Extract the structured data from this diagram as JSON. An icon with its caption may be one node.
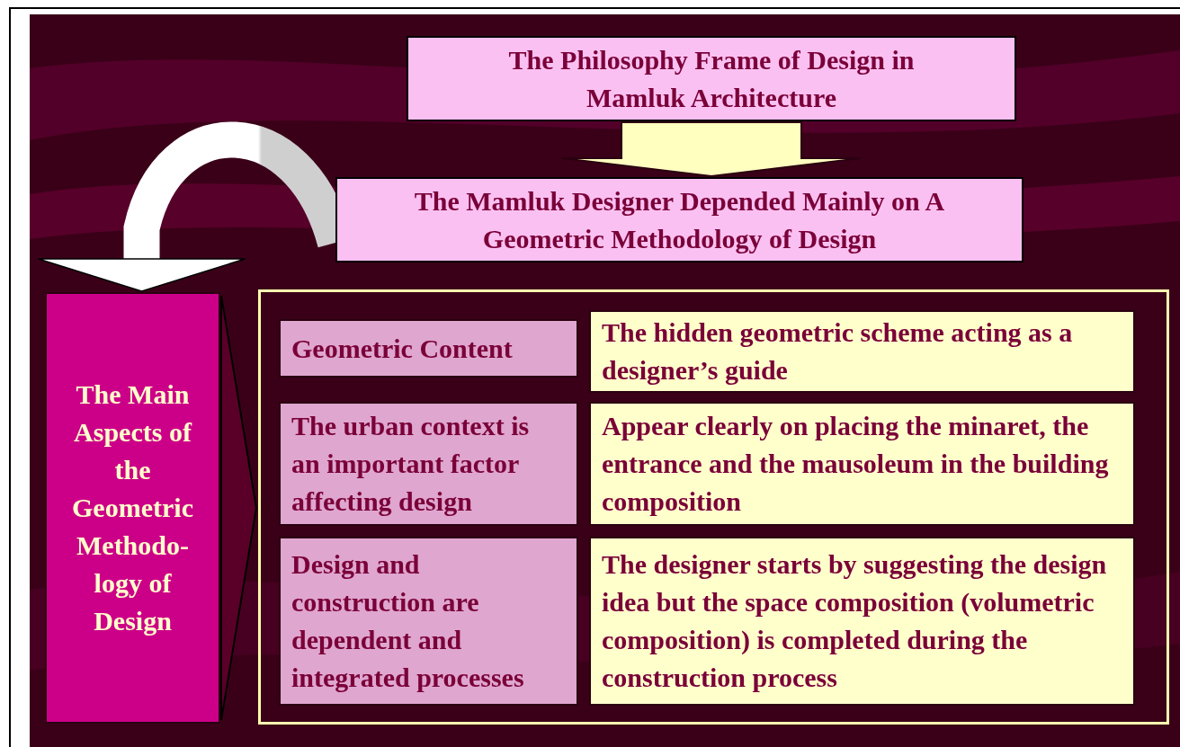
{
  "diagram": {
    "nodes": [
      {
        "text": [
          "The Philosophy Frame of Design in Mamluk Architecture"
        ]
      },
      {
        "text": [
          "The Mamluk Designer Depended Mainly on A Geometric Methodology of Design"
        ]
      },
      {
        "text": [
          "The Main Aspects of the Geometric Methodo- logy of Design"
        ]
      },
      {
        "text": [],
        "shape": "box"
      },
      {
        "text": [
          "Geometric Content"
        ],
        "in": 3
      },
      {
        "text": [
          "The hidden geometric scheme acting as a designer’s guide"
        ],
        "in": 3
      },
      {
        "text": [
          "The urban context is an important factor affecting design"
        ],
        "in": 3
      },
      {
        "text": [
          "Appear clearly on placing the minaret, the entrance and the mausoleum in the building composition"
        ],
        "in": 3
      },
      {
        "text": [
          "Design and construction are dependent and integrated processes"
        ],
        "in": 3
      },
      {
        "text": [
          "The designer starts by suggesting the design idea but the space composition (volumetric composition) is completed during the construction process"
        ],
        "in": 3
      }
    ],
    "edges": [
      {
        "from": 0,
        "to": 1,
        "arrow": "to"
      },
      {
        "from": 1,
        "to": 2,
        "arrow": "to"
      },
      {
        "from": 2,
        "to": 3,
        "arrow": "to"
      }
    ]
  }
}
